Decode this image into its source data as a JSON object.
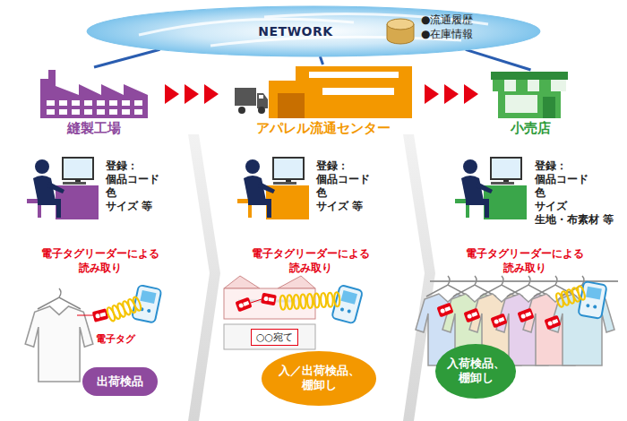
{
  "diagram": {
    "nodes": [
      {
        "text": [
          "NETWORK"
        ]
      },
      {
        "text": [
          "●流通履歴",
          "●在庫情報"
        ],
        "in": 0
      },
      {
        "text": [
          "縫製工場"
        ]
      },
      {
        "text": [
          "アパレル流通センター"
        ]
      },
      {
        "text": [
          "小売店"
        ]
      },
      {
        "text": [
          "出荷検品"
        ]
      },
      {
        "text": [
          "○○宛て"
        ]
      },
      {
        "text": [
          "入／出荷検品、棚卸し"
        ]
      },
      {
        "text": [
          "入荷検品、棚卸し"
        ]
      }
    ],
    "edges": [
      {
        "from": 0,
        "to": 2,
        "arrow": "none"
      },
      {
        "from": 0,
        "to": 3,
        "arrow": "none"
      },
      {
        "from": 0,
        "to": 4,
        "arrow": "none"
      },
      {
        "from": 2,
        "to": 3,
        "arrow": "to"
      },
      {
        "from": 3,
        "to": 4,
        "arrow": "to"
      }
    ],
    "labels": [
      "登録：",
      "個品コード",
      "色",
      "サイズ 等",
      "電子タグリーダーによる 読み取り",
      "電子タグ",
      "登録：",
      "個品コード",
      "色",
      "サイズ 等",
      "電子タグリーダーによる 読み取り",
      "登録：",
      "個品コード",
      "色",
      "サイズ",
      "生地・布素材 等",
      "電子タグリーダーによる 読み取り"
    ]
  }
}
